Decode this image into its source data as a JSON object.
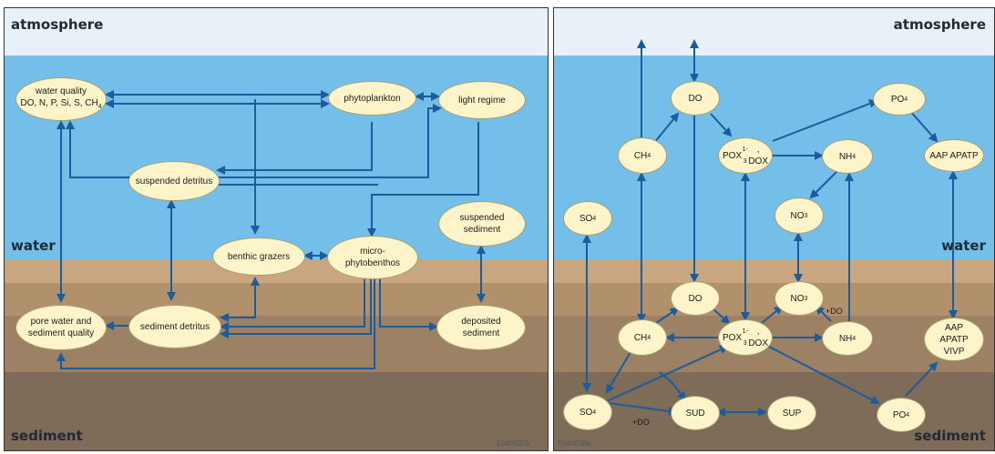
{
  "left": {
    "labels": {
      "atmosphere": "atmosphere",
      "water": "water",
      "sediment": "sediment",
      "code": "E040630b"
    },
    "nodes": {
      "water_quality_1": "water quality",
      "water_quality_2": "DO, N, P, Si, S, CH",
      "water_quality_sub": "4",
      "phytoplankton": "phytoplankton",
      "light_regime": "light regime",
      "suspended_detritus": "suspended detritus",
      "suspended_sediment_1": "suspended",
      "suspended_sediment_2": "sediment",
      "benthic_grazers": "benthic grazers",
      "microphytobenthos_1": "micro-",
      "microphytobenthos_2": "phytobenthos",
      "pore_water_1": "pore water and",
      "pore_water_2": "sediment quality",
      "sediment_detritus": "sediment detritus",
      "deposited_sediment_1": "deposited",
      "deposited_sediment_2": "sediment"
    }
  },
  "right": {
    "labels": {
      "atmosphere": "atmosphere",
      "water": "water",
      "sediment": "sediment",
      "code": "E040630a"
    },
    "nodes": {
      "do_top": "DO",
      "po4_top": "PO",
      "po4_top_sub": "4",
      "ch4_top": "CH",
      "ch4_top_sub": "4",
      "pox_top": "POX",
      "pox_top_sub": "1-3",
      "pox_top_rest": ", DOX",
      "nh4_top": "NH",
      "nh4_top_sub": "4",
      "aap_top": "AAP APATP",
      "so4_top": "SO",
      "so4_top_sub": "4",
      "no3_top": "NO",
      "no3_top_sub": "3",
      "do_bottom": "DO",
      "no3_bottom": "NO",
      "no3_bottom_sub": "3",
      "plus_do_1": "+DO",
      "ch4_bottom": "CH",
      "ch4_bottom_sub": "4",
      "pox_bottom": "POX",
      "pox_bottom_sub": "1-3",
      "pox_bottom_rest": ", DOX",
      "nh4_bottom": "NH",
      "nh4_bottom_sub": "4",
      "aap_bottom_1": "AAP",
      "aap_bottom_2": "APATP VIVP",
      "so4_bottom": "SO",
      "so4_bottom_sub": "4",
      "sud": "SUD",
      "sup": "SUP",
      "po4_bottom": "PO",
      "po4_bottom_sub": "4",
      "plus_do_2": "+DO"
    }
  },
  "colors": {
    "atmosphere": "#e9f1f8",
    "water": "#74bfea",
    "sediment_1": "#c9a67f",
    "sediment_2": "#b1906c",
    "sediment_3": "#9d8164",
    "sediment_4": "#7e6b58",
    "arrow": "#1c5c9c",
    "node_fill": "#fdf5c9"
  }
}
